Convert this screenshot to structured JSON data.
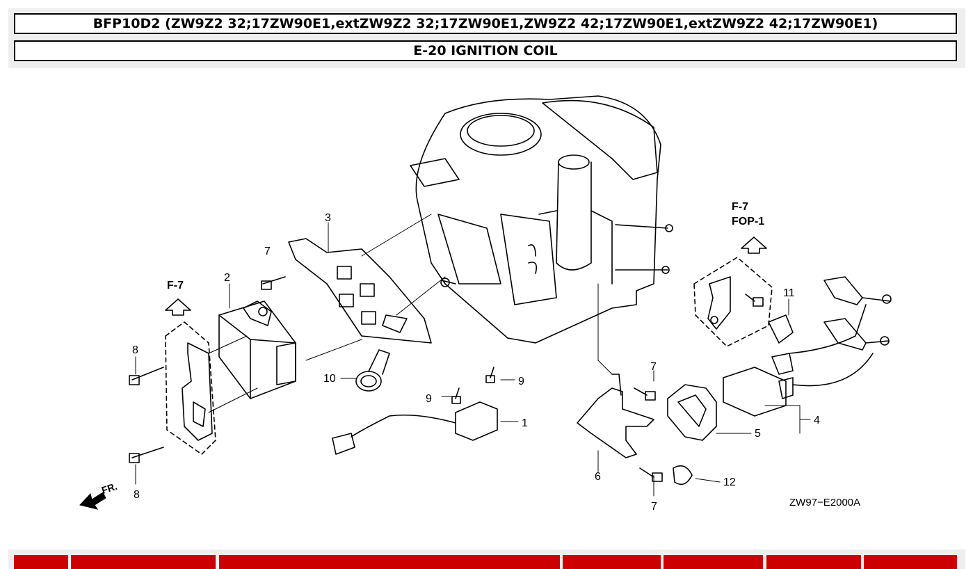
{
  "header": {
    "model_title": "BFP10D2 (ZW9Z2 32;17ZW90E1,extZW9Z2 32;17ZW90E1,ZW9Z2 42;17ZW90E1,extZW9Z2 42;17ZW90E1)",
    "section_title": "E-20 IGNITION COIL"
  },
  "diagram": {
    "drawing_code": "ZW97−E2000A",
    "ref_f7_left": "F-7",
    "ref_f7_right": "F-7",
    "ref_fop1": "FOP-1",
    "front_label": "FR.",
    "callouts": [
      "1",
      "2",
      "3",
      "4",
      "5",
      "6",
      "7",
      "7",
      "7",
      "8",
      "8",
      "9",
      "9",
      "10",
      "11",
      "12"
    ]
  },
  "table": {
    "header_cells": [
      "",
      "",
      "",
      "",
      "",
      "",
      ""
    ]
  }
}
